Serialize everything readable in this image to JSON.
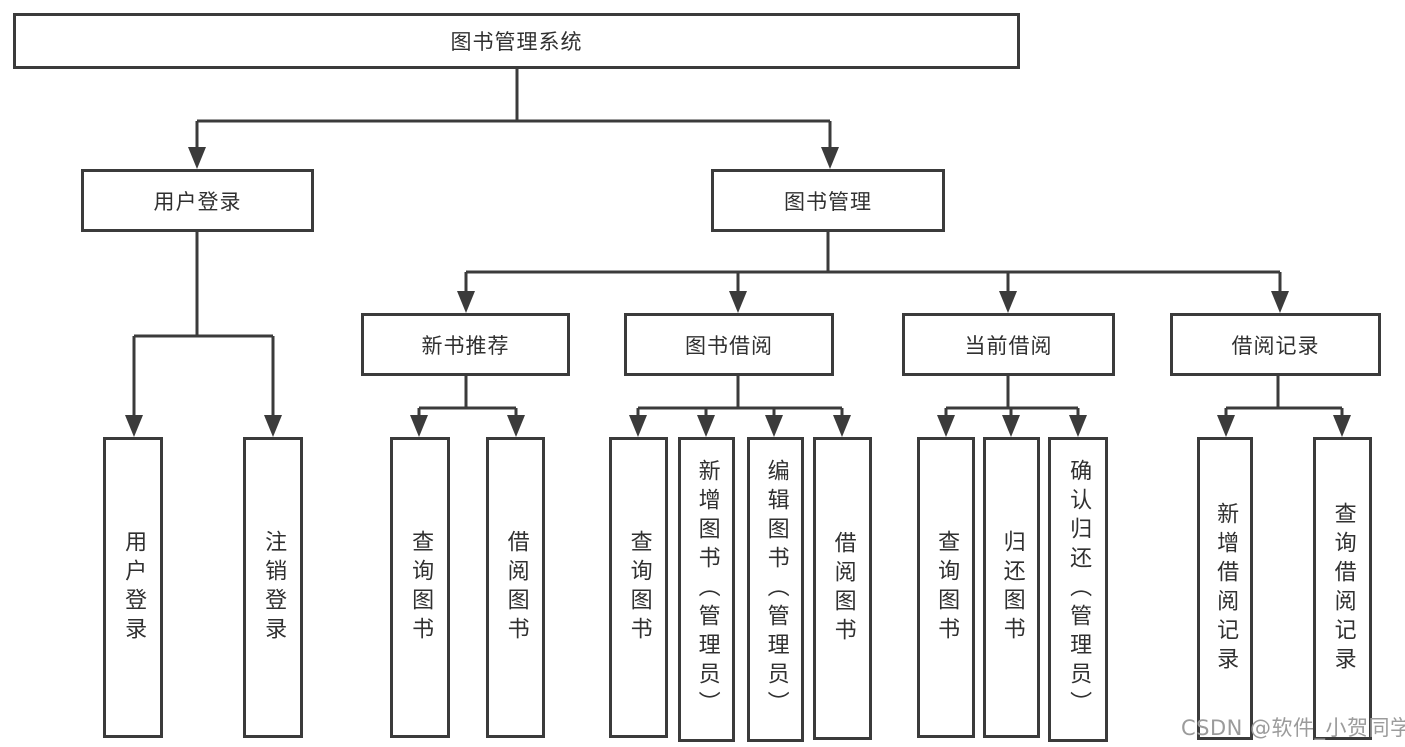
{
  "root": {
    "label": "图书管理系统"
  },
  "level2": {
    "user": {
      "label": "用户登录"
    },
    "mgmt": {
      "label": "图书管理"
    }
  },
  "level3": {
    "recommend": {
      "label": "新书推荐"
    },
    "borrow": {
      "label": "图书借阅"
    },
    "current": {
      "label": "当前借阅"
    },
    "records": {
      "label": "借阅记录"
    }
  },
  "leaves": {
    "user": [
      "用户登录",
      "注销登录"
    ],
    "recommend": [
      "查询图书",
      "借阅图书"
    ],
    "borrow": [
      "查询图书",
      "新增图书（管理员）",
      "编辑图书（管理员）",
      "借阅图书"
    ],
    "current": [
      "查询图书",
      "归还图书",
      "确认归还（管理员）"
    ],
    "records": [
      "新增借阅记录",
      "查询借阅记录"
    ]
  },
  "watermark": {
    "label": "CSDN @软件_小贺同学"
  },
  "colors": {
    "line": "#3b3b3b",
    "text": "#303030",
    "watermark": "#9b9b9b",
    "background": "#ffffff"
  }
}
